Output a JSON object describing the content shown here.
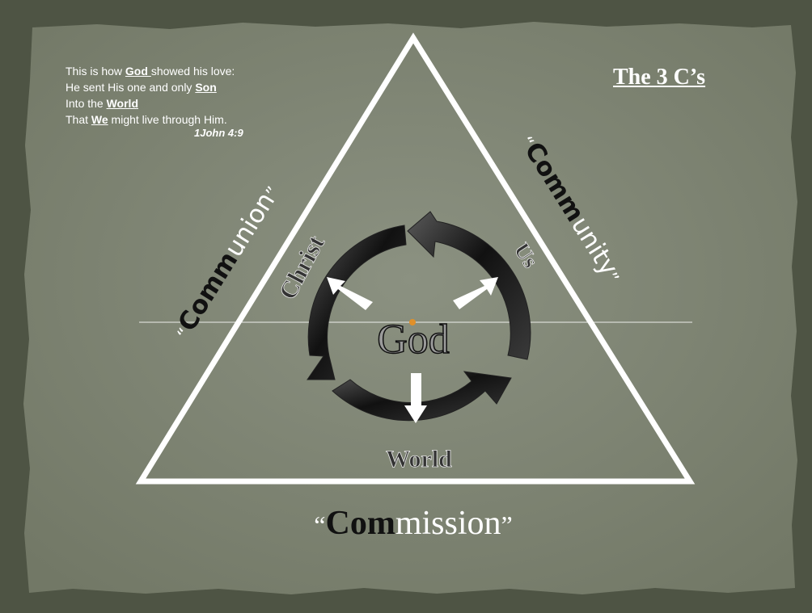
{
  "title": "The 3 C’s",
  "verse": {
    "line1_pre": "This is how ",
    "line1_key": "God ",
    "line1_post": "showed his love:",
    "line2_pre": "He sent His one and only ",
    "line2_key": "Son",
    "line3_pre": "Into the ",
    "line3_key": "World",
    "line4_pre": "That ",
    "line4_key": "We",
    "line4_post": " might live through Him.",
    "reference": "1John 4:9"
  },
  "sides": {
    "left": {
      "open_quote": "“",
      "bold": "Comm",
      "rest": "union",
      "close_quote": "”"
    },
    "right": {
      "open_quote": "“",
      "bold": "Comm",
      "rest": "unity",
      "close_quote": "”"
    },
    "bottom": {
      "open_quote": "“",
      "bold": "Com",
      "rest": "mission",
      "close_quote": "”"
    }
  },
  "inner": {
    "center": "God",
    "left": "Christ",
    "right": "Us",
    "bottom": "World"
  },
  "colors": {
    "background": "#7c8272",
    "frame": "#4a5040",
    "line": "#ffffff",
    "dot": "#e0902a"
  }
}
